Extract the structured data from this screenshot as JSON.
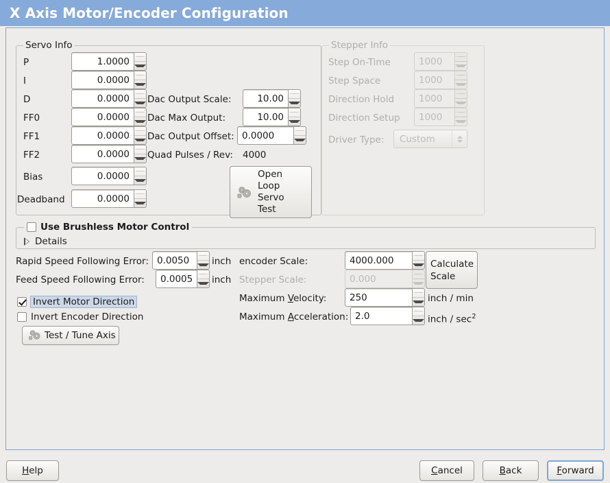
{
  "window": {
    "title": "X Axis Motor/Encoder Configuration",
    "accent": "#86aad9",
    "background": "#edecea"
  },
  "servo_info": {
    "legend": "Servo Info",
    "fields": [
      {
        "label": "P",
        "value": "1.0000"
      },
      {
        "label": "I",
        "value": "0.0000"
      },
      {
        "label": "D",
        "value": "0.0000"
      },
      {
        "label": "FF0",
        "value": "0.0000"
      },
      {
        "label": "FF1",
        "value": "0.0000"
      },
      {
        "label": "FF2",
        "value": "0.0000"
      },
      {
        "label": "Bias",
        "value": "0.0000"
      },
      {
        "label": "Deadband",
        "value": "0.0000"
      }
    ],
    "dac": [
      {
        "label": "Dac Output Scale:",
        "value": "10.00"
      },
      {
        "label": "Dac Max Output:",
        "value": "10.00"
      },
      {
        "label": "Dac Output Offset:",
        "value": "0.0000"
      }
    ],
    "quad_pulses_label": "Quad Pulses / Rev:",
    "quad_pulses_value": "4000",
    "open_loop_button": "Open\nLoop\nServo\nTest",
    "open_loop_lines": [
      "Open",
      "Loop",
      "Servo",
      "Test"
    ]
  },
  "stepper_info": {
    "legend": "Stepper Info",
    "disabled": true,
    "fields": [
      {
        "label": "Step On-Time",
        "value": "1000"
      },
      {
        "label": "Step Space",
        "value": "1000"
      },
      {
        "label": "Direction Hold",
        "value": "1000"
      },
      {
        "label": "Direction Setup",
        "value": "1000"
      }
    ],
    "driver_type_label": "Driver Type:",
    "driver_type_value": "Custom"
  },
  "brushless": {
    "checkbox_label": "Use Brushless Motor Control",
    "checked": false,
    "details_label": "Details",
    "details_expanded": false
  },
  "tuning": {
    "rapid_error_label": "Rapid Speed Following Error:",
    "rapid_error_value": "0.0050",
    "rapid_error_unit": "inch",
    "feed_error_label": "Feed Speed Following Error:",
    "feed_error_value": "0.0005",
    "feed_error_unit": "inch",
    "invert_motor_label": "Invert Motor Direction",
    "invert_motor_checked": true,
    "invert_encoder_label": "Invert Encoder Direction",
    "invert_encoder_checked": false,
    "test_tune_button": "Test / Tune Axis"
  },
  "scales": {
    "encoder_scale_label": "encoder Scale:",
    "encoder_scale_value": "4000.000",
    "stepper_scale_label": "Stepper Scale:",
    "stepper_scale_value": "0.000",
    "stepper_scale_disabled": true,
    "calculate_button_lines": [
      "Calculate",
      "Scale"
    ],
    "max_velocity_label_pre": "Maximum ",
    "max_velocity_label_mn": "V",
    "max_velocity_label_post": "elocity:",
    "max_velocity_value": "250",
    "max_velocity_unit": "inch / min",
    "max_accel_label_pre": "Maximum ",
    "max_accel_label_mn": "A",
    "max_accel_label_post": "cceleration:",
    "max_accel_value": "2.0",
    "max_accel_unit_pre": "inch / sec",
    "max_accel_unit_sup": "2"
  },
  "footer": {
    "help_pre": "",
    "help_mn": "H",
    "help_post": "elp",
    "cancel_pre": "",
    "cancel_mn": "C",
    "cancel_post": "ancel",
    "back_pre": "",
    "back_mn": "B",
    "back_post": "ack",
    "forward_pre": "",
    "forward_mn": "F",
    "forward_post": "orward"
  }
}
